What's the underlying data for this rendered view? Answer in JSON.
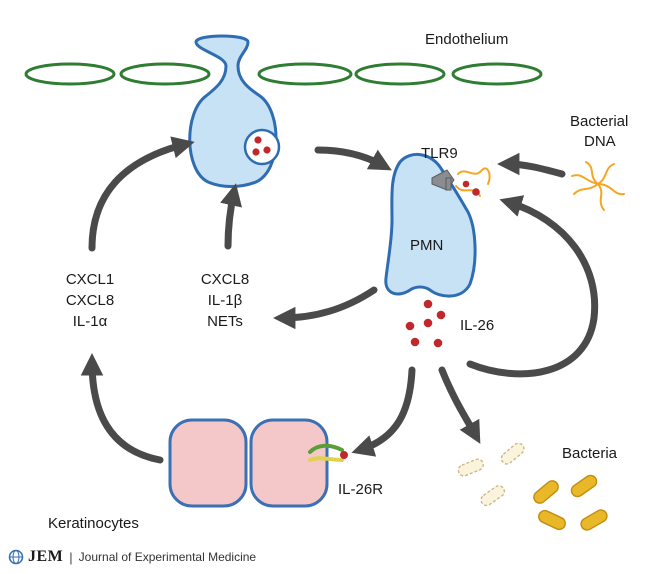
{
  "labels": {
    "endothelium": "Endothelium",
    "bacterial_dna_line1": "Bacterial",
    "bacterial_dna_line2": "DNA",
    "tlr9": "TLR9",
    "pmn": "PMN",
    "il26": "IL-26",
    "left_mediators": [
      "CXCL1",
      "CXCL8",
      "IL-1α"
    ],
    "center_mediators": [
      "CXCL8",
      "IL-1β",
      "NETs"
    ],
    "il26r": "IL-26R",
    "bacteria": "Bacteria",
    "keratinocytes": "Keratinocytes"
  },
  "footer": {
    "brand": "JEM",
    "separator": "|",
    "journal": "Journal of Experimental Medicine"
  },
  "colors": {
    "endothelium_stroke": "#2e7d32",
    "cell_fill": "#c7e1f5",
    "cell_stroke": "#2f6db3",
    "keratinocyte_fill": "#f4c7c8",
    "keratinocyte_stroke": "#3b6fb6",
    "il26_dot": "#c0282d",
    "arrow": "#4a4a4a",
    "dna": "#f5a623",
    "bacteria_fill": "#e8b828",
    "receptor_grey": "#8a8d90",
    "receptor_yellow": "#e0d24a",
    "receptor_green": "#5a9e3a"
  },
  "icons": {
    "footer_logo": "jem-globe-icon"
  }
}
